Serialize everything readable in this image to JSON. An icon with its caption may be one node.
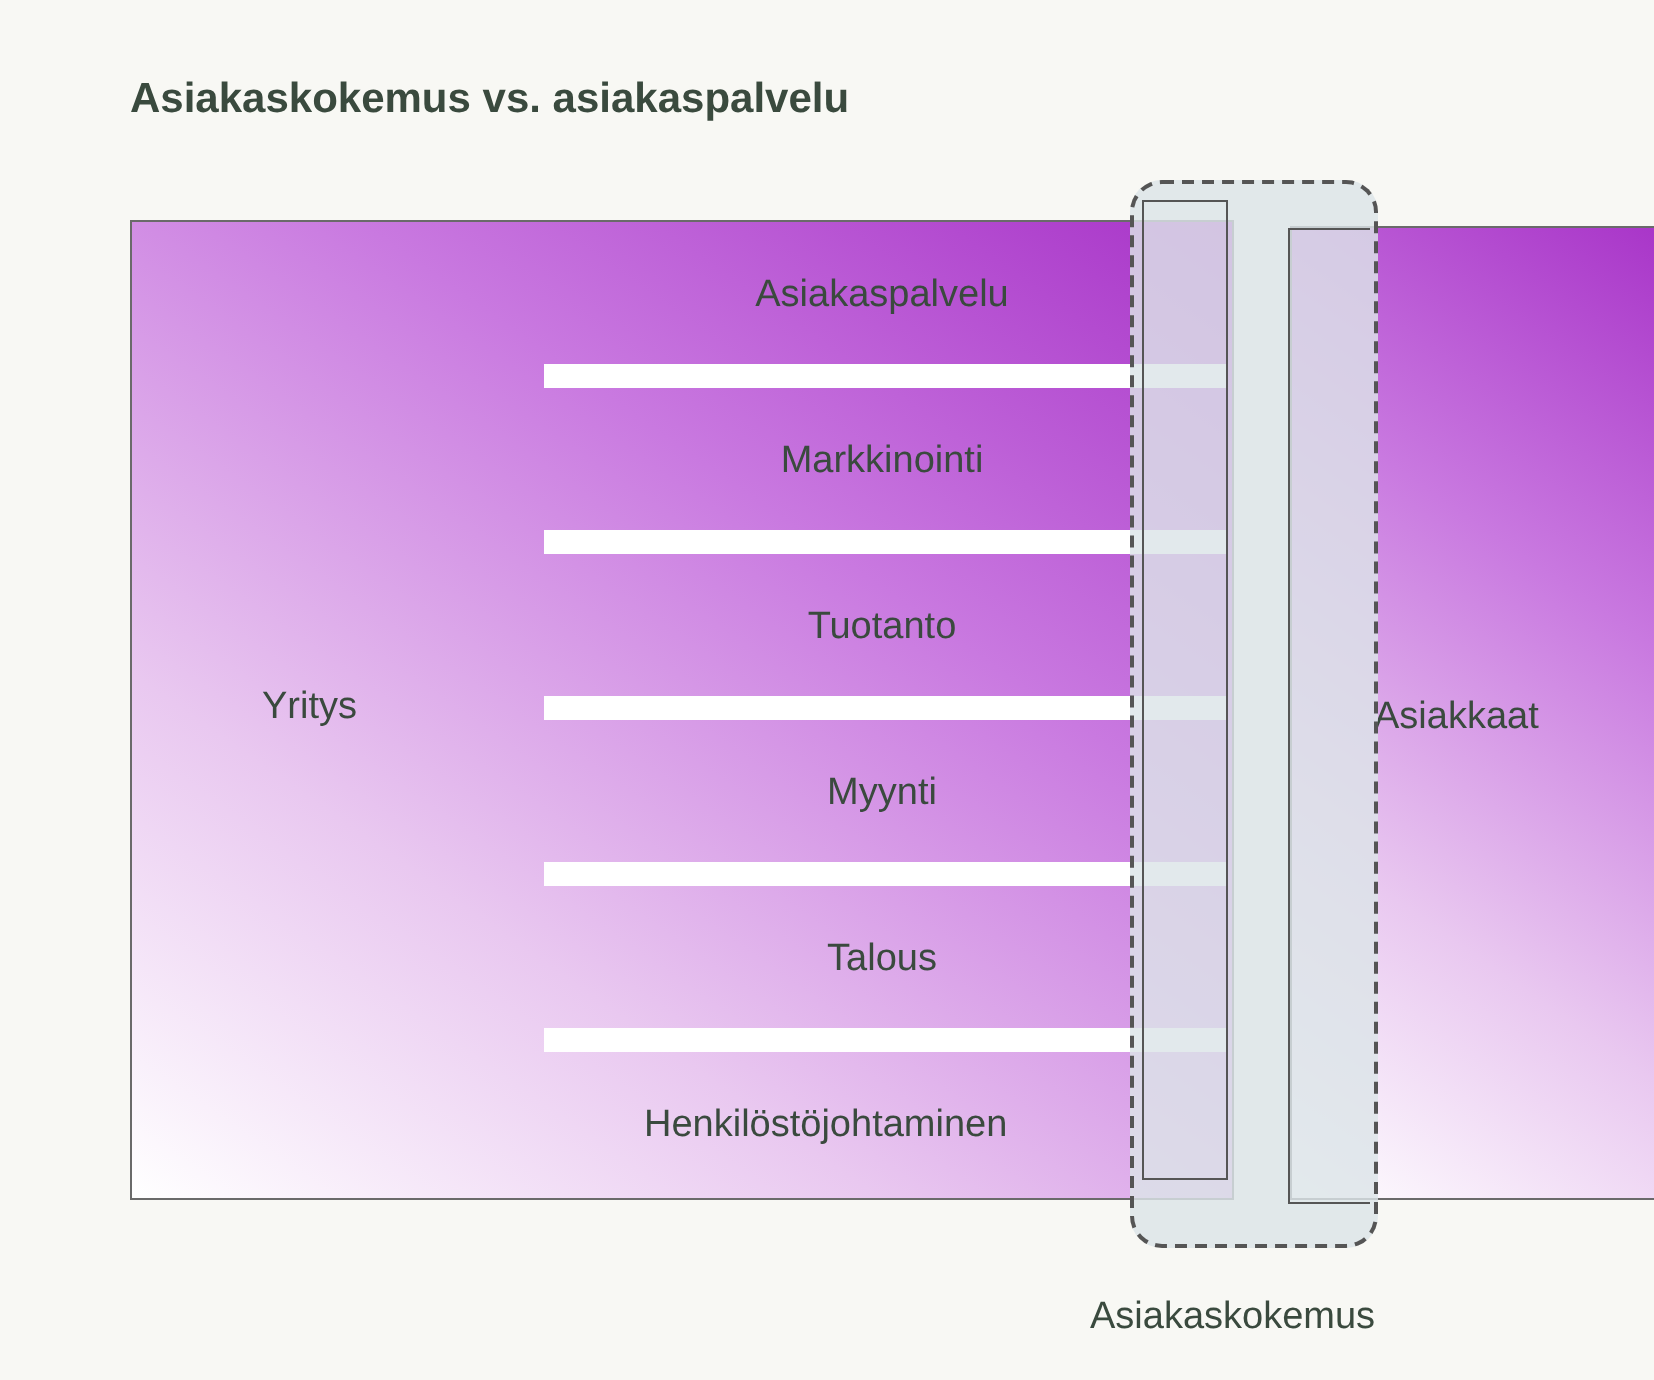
{
  "diagram": {
    "title": "Asiakaskokemus vs. asiakaspalvelu",
    "nodes": [
      {
        "text": [
          "Yritys"
        ]
      },
      {
        "text": [
          "Asiakkaat"
        ]
      },
      {
        "text": [
          "Asiakaskokemus"
        ]
      }
    ],
    "labels": [
      "Asiakaspalvelu",
      "Markkinointi",
      "Tuotanto",
      "Myynti",
      "Talous",
      "Henkilöstöjohtaminen"
    ]
  }
}
